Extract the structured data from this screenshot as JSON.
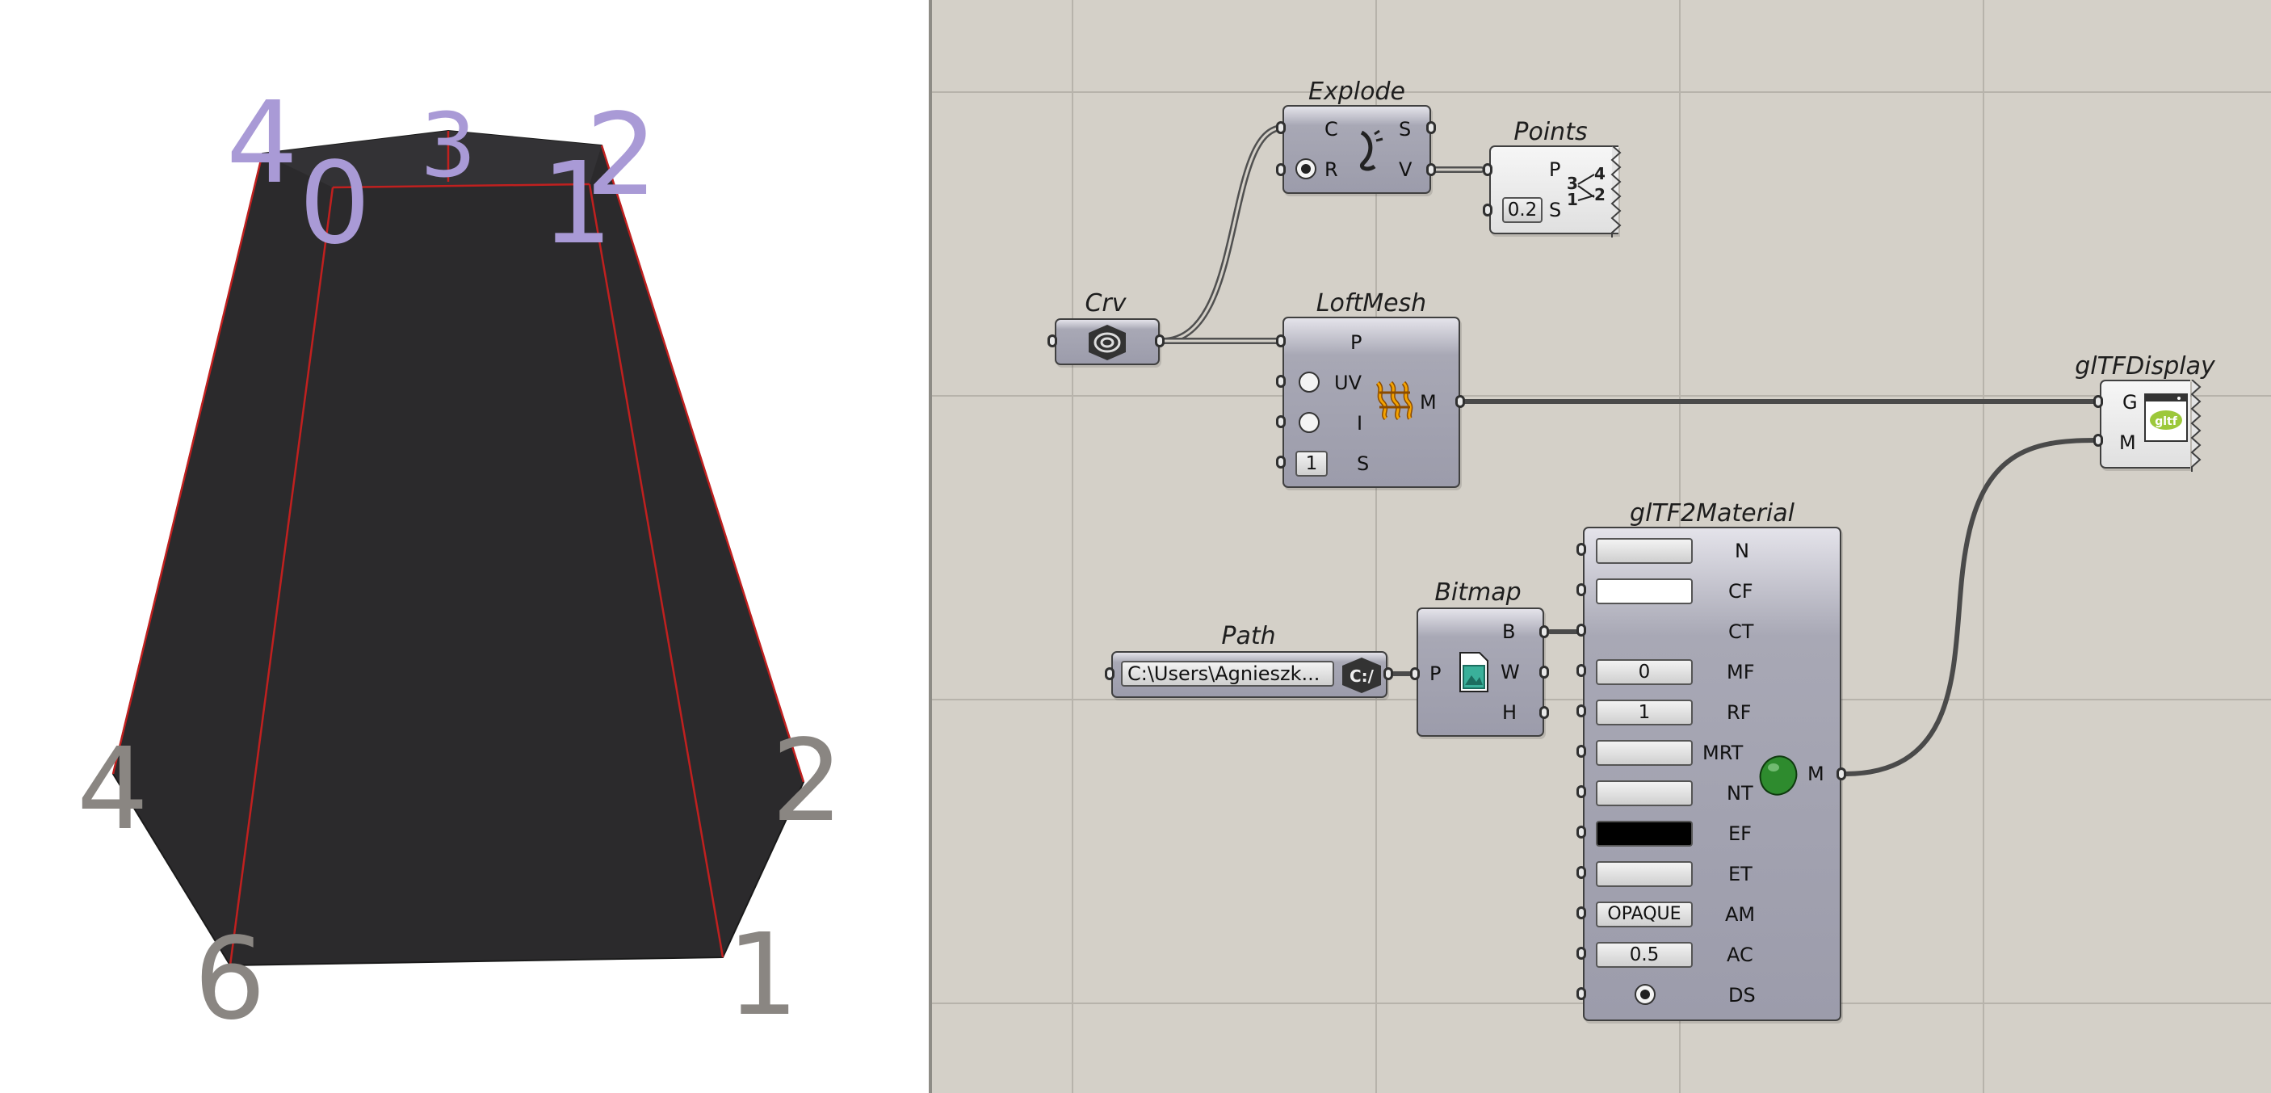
{
  "viewport": {
    "top_labels": [
      "4",
      "0",
      "3",
      "1",
      "2"
    ],
    "bottom_labels": [
      "4",
      "2",
      "6",
      "1"
    ]
  },
  "components": {
    "crv": {
      "title": "Crv"
    },
    "explode": {
      "title": "Explode",
      "inputs": [
        "C",
        "R"
      ],
      "outputs": [
        "S",
        "V"
      ]
    },
    "points": {
      "title": "Points",
      "inputs": [
        "P",
        "S"
      ],
      "size_value": "0.2"
    },
    "loftmesh": {
      "title": "LoftMesh",
      "inputs": [
        "P",
        "UV",
        "I",
        "S"
      ],
      "output": "M",
      "s_value": "1"
    },
    "gltfdisplay": {
      "title": "glTFDisplay",
      "inputs": [
        "G",
        "M"
      ],
      "icon_text": "gltf"
    },
    "path": {
      "title": "Path",
      "value": "C:\\Users\\Agnieszk...",
      "badge": "C:/"
    },
    "bitmap": {
      "title": "Bitmap",
      "input": "P",
      "outputs": [
        "B",
        "W",
        "H"
      ]
    },
    "material": {
      "title": "glTF2Material",
      "output": "M",
      "inputs": [
        {
          "label": "N",
          "value": ""
        },
        {
          "label": "CF",
          "value": ""
        },
        {
          "label": "CT",
          "value": ""
        },
        {
          "label": "MF",
          "value": "0"
        },
        {
          "label": "RF",
          "value": "1"
        },
        {
          "label": "MRT",
          "value": ""
        },
        {
          "label": "NT",
          "value": ""
        },
        {
          "label": "EF",
          "value": ""
        },
        {
          "label": "ET",
          "value": ""
        },
        {
          "label": "AM",
          "value": "OPAQUE"
        },
        {
          "label": "AC",
          "value": "0.5"
        },
        {
          "label": "DS",
          "value": ""
        }
      ]
    }
  },
  "colors": {
    "canvas": "#d4d0c8",
    "mesh_fill": "#2b2a2c",
    "mesh_edge": "#c0201f",
    "top_label": "#a99ad6",
    "bottom_label": "#8a8682",
    "material_preview": "#2e8b2e"
  }
}
